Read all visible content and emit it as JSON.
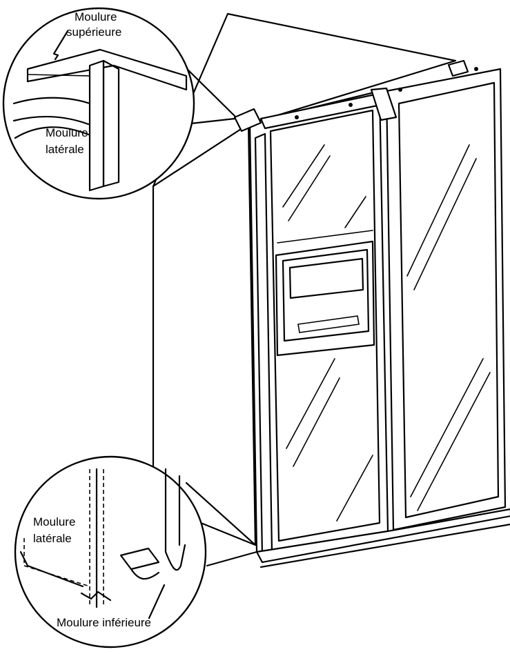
{
  "labels": {
    "top_molding_line1": "Moulure",
    "top_molding_line2": "supérieure",
    "side_molding_top_line1": "Moulure",
    "side_molding_top_line2": "latérale",
    "side_molding_bottom_line1": "Moulure",
    "side_molding_bottom_line2": "latérale",
    "bottom_molding": "Moulure inférieure"
  }
}
